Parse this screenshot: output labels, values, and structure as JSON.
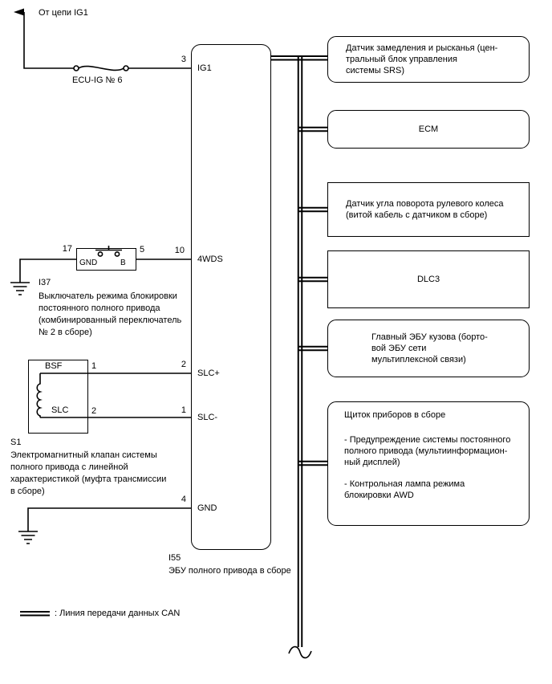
{
  "source": {
    "arrow_label": "От цепи IG1",
    "fuse_label": "ECU-IG № 6"
  },
  "ecu": {
    "id": "I55",
    "name": "ЭБУ полного привода в сборе",
    "pins": {
      "ig1": {
        "num": "3",
        "label": "IG1"
      },
      "fourwds": {
        "num": "10",
        "label": "4WDS"
      },
      "slc_plus": {
        "num": "2",
        "label": "SLC+"
      },
      "slc_minus": {
        "num": "1",
        "label": "SLC-"
      },
      "gnd": {
        "num": "4",
        "label": "GND"
      }
    }
  },
  "lock_switch": {
    "id": "I37",
    "pin_left": "17",
    "pin_right": "5",
    "terminal_gnd": "GND",
    "terminal_b": "B",
    "description": "Выключатель режима блокировки\nпостоянного полного привода\n(комбинированный переключатель\n№ 2 в сборе)"
  },
  "solenoid": {
    "id": "S1",
    "terminal_bsf": "BSF",
    "terminal_slc": "SLC",
    "pin_top": "1",
    "pin_bottom": "2",
    "description": "Электромагнитный клапан системы\nполного привода с линейной\nхарактеристикой (муфта трансмиссии\nв сборе)"
  },
  "can_nodes": [
    {
      "label": "Датчик замедления и рысканья (цен-\nтральный блок управления\nсистемы SRS)"
    },
    {
      "label": "ECM"
    },
    {
      "label": "Датчик угла поворота рулевого колеса\n(витой кабель с датчиком в сборе)"
    },
    {
      "label": "DLC3"
    },
    {
      "label": "Главный ЭБУ кузова (борто-\nвой ЭБУ сети\nмультиплексной связи)"
    },
    {
      "title": "Щиток приборов в сборе",
      "item1": "- Предупреждение системы постоянного\nполного привода (мультиинформацион-\nный дисплей)",
      "item2": "- Контрольная лампа режима\nблокировки AWD"
    }
  ],
  "legend": {
    "label": ": Линия передачи данных CAN"
  }
}
